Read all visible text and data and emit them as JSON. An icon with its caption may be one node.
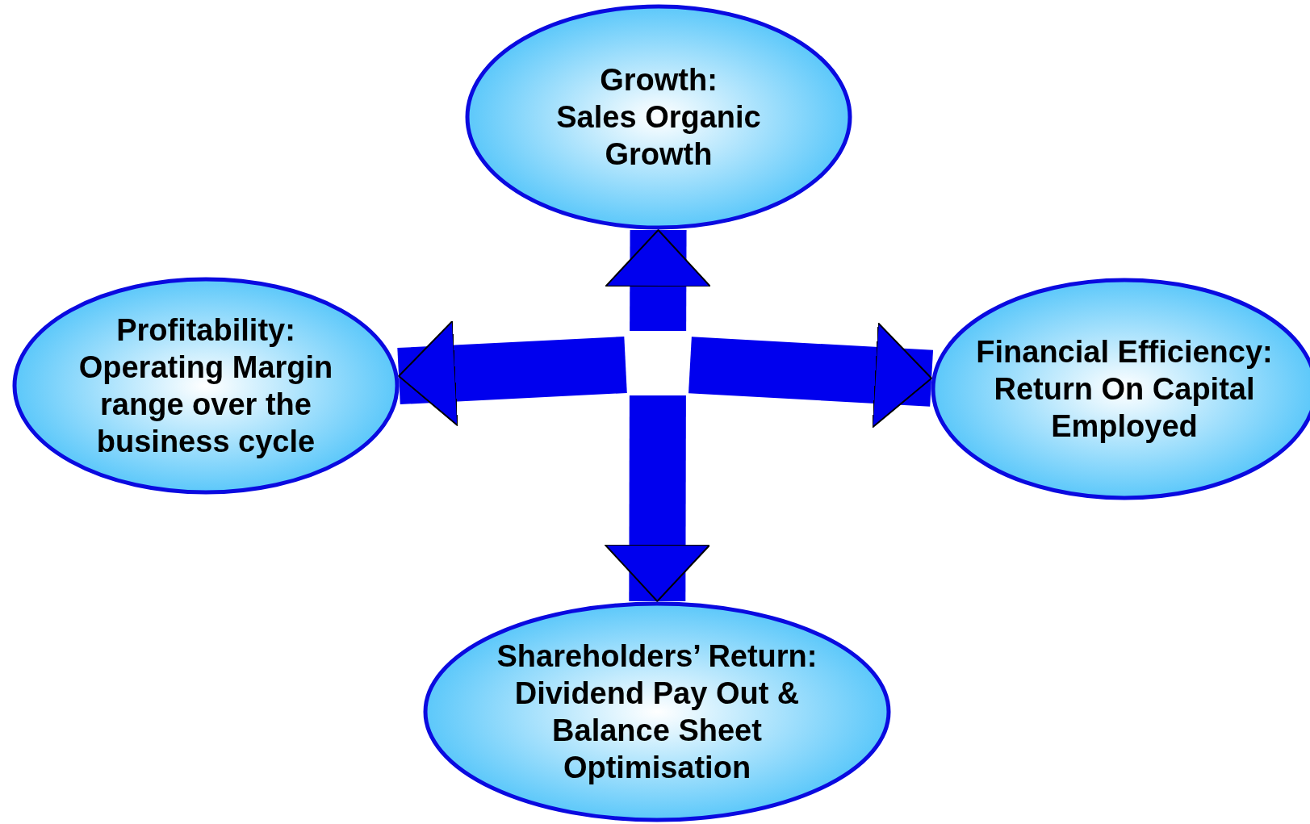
{
  "diagram": {
    "nodes": [
      {
        "text": [
          "Growth:",
          "Sales Organic Growth"
        ]
      },
      {
        "text": [
          "Profitability:",
          "Operating Margin range over the business cycle"
        ]
      },
      {
        "text": [
          "Financial Efficiency:",
          "Return On Capital Employed"
        ]
      },
      {
        "text": [
          "Shareholders’ Return:",
          "Dividend Pay Out & Balance Sheet Optimisation"
        ]
      }
    ],
    "edges": [
      {
        "from": null,
        "to": 0,
        "arrow": "to"
      },
      {
        "from": null,
        "to": 1,
        "arrow": "to"
      },
      {
        "from": null,
        "to": 2,
        "arrow": "to"
      },
      {
        "from": null,
        "to": 3,
        "arrow": "to"
      }
    ]
  }
}
